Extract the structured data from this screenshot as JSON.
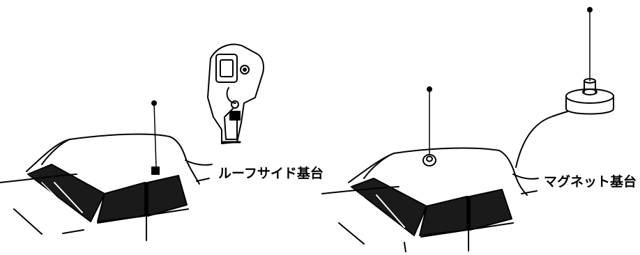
{
  "labels": {
    "roof_side_mount": "ルーフサイド基台",
    "magnet_mount": "マグネット基台"
  },
  "colors": {
    "ink": "#000000",
    "paper": "#ffffff",
    "glass": "#1a1a1a"
  },
  "icons": {
    "left": "car-with-roof-side-antenna-illustration",
    "bracket": "roof-side-mount-bracket-icon",
    "right": "car-with-magnet-antenna-illustration",
    "magnet": "magnet-mount-base-icon"
  }
}
